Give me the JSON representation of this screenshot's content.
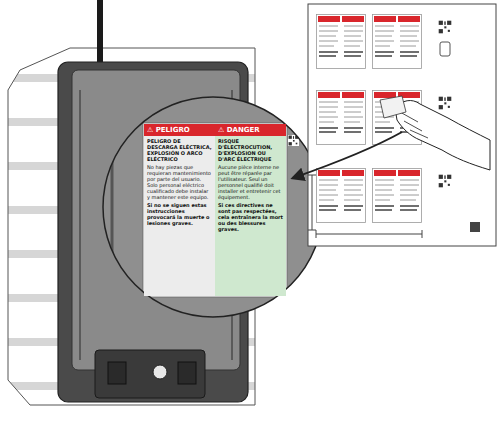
{
  "diagram": {
    "nodes": [
      {
        "text": [
          "⚠ PELIGRO",
          "PELIGRO DE DESCARGA ELÉCTRICA, EXPLOSIÓN O ARCO ELÉCTRICO",
          "No hay piezas que requieran mantenimiento por parte del usuario. Solo personal eléctrico cualificado debe instalar y mantener este equipo.",
          "Si no se siguen estas instrucciones provocará la muerte o lesiones graves."
        ]
      },
      {
        "text": [
          "⚠ DANGER",
          "RISQUE D'ÉLECTROCUTION, D'EXPLOSION OU D'ARC ÉLECTRIQUE",
          "Aucune pièce interne ne peut être réparée par l'utilisateur. Seul un personnel qualifié doit installer et entretenir cet équipement.",
          "Si ces directives ne sont pas respectées, cela entraînera la mort ou des blessures graves."
        ]
      }
    ]
  }
}
